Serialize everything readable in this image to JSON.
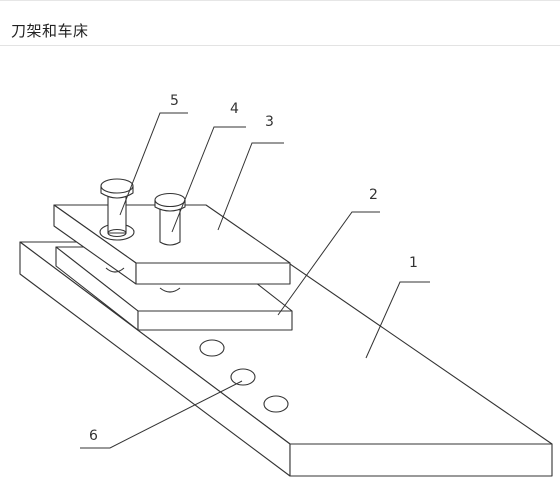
{
  "header": {
    "title": "刀架和车床"
  },
  "figure": {
    "callouts": [
      {
        "id": "1",
        "label": "1"
      },
      {
        "id": "2",
        "label": "2"
      },
      {
        "id": "3",
        "label": "3"
      },
      {
        "id": "4",
        "label": "4"
      },
      {
        "id": "5",
        "label": "5"
      },
      {
        "id": "6",
        "label": "6"
      }
    ]
  }
}
